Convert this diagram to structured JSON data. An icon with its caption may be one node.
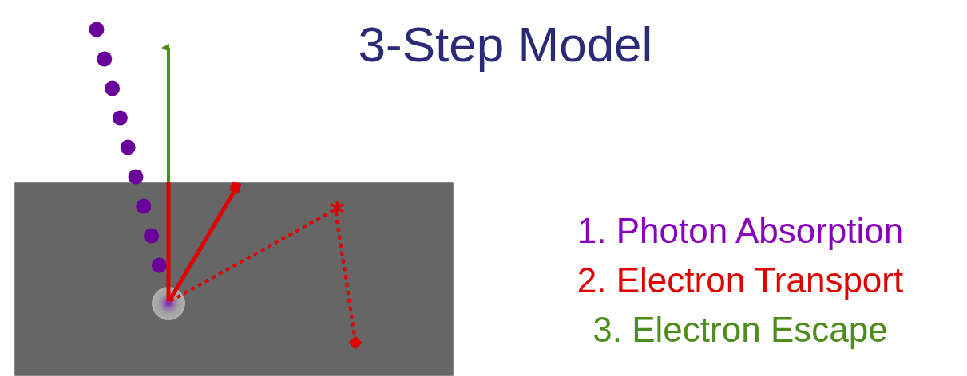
{
  "diagram": {
    "title": "3-Step Model",
    "labels": [
      "1. Photon Absorption",
      "2. Electron Transport",
      "3. Electron Escape"
    ]
  }
}
